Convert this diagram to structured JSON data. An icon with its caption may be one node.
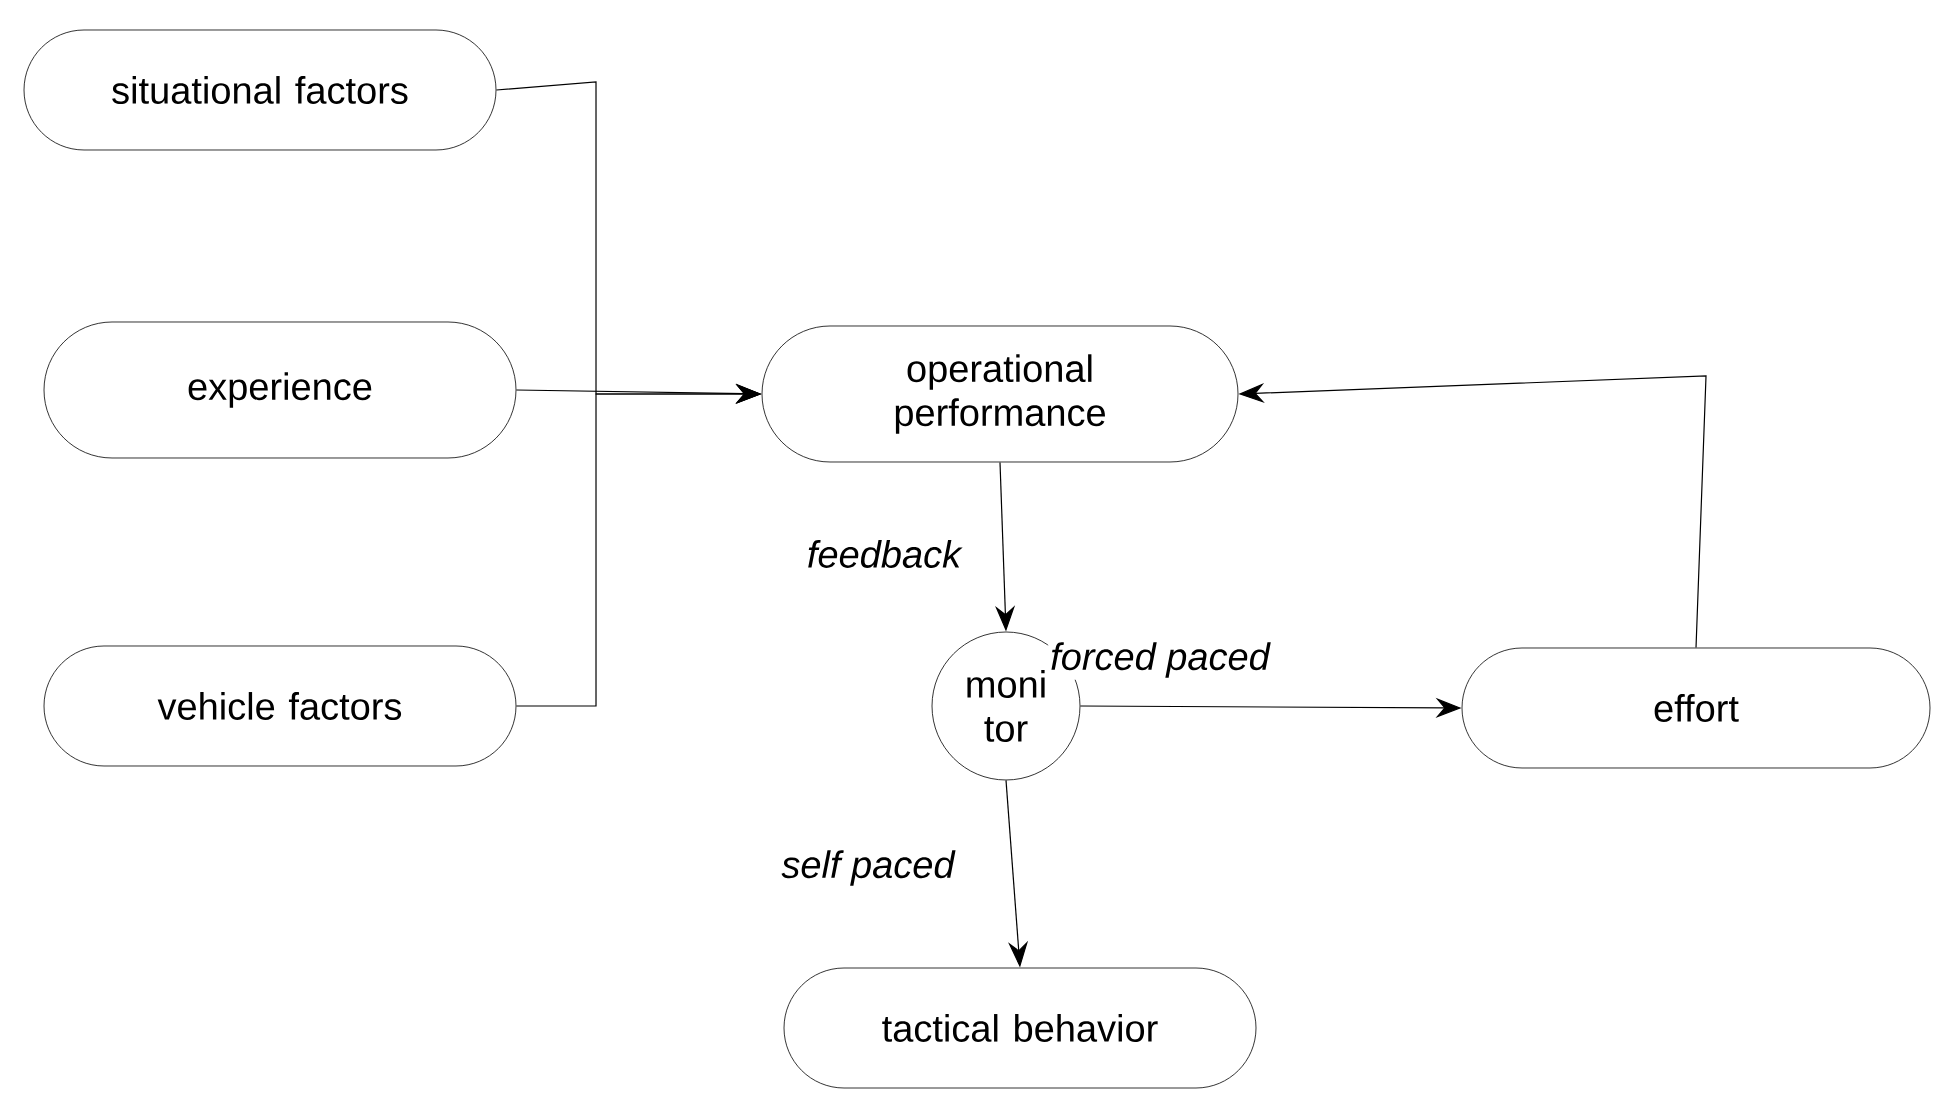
{
  "diagram": {
    "nodes": [
      {
        "text": [
          "situational factors"
        ]
      },
      {
        "text": [
          "experience"
        ]
      },
      {
        "text": [
          "vehicle factors"
        ]
      },
      {
        "text": [
          "operational performance"
        ]
      },
      {
        "text": [
          "moni tor"
        ]
      },
      {
        "text": [
          "effort"
        ]
      },
      {
        "text": [
          "tactical behavior"
        ]
      }
    ],
    "edges": [
      {
        "from": 0,
        "to": 3,
        "arrow": "to"
      },
      {
        "from": 1,
        "to": 3,
        "arrow": "to"
      },
      {
        "from": 2,
        "to": 3,
        "arrow": "to"
      },
      {
        "from": 3,
        "to": 4,
        "arrow": "to",
        "label": "feedback"
      },
      {
        "from": 4,
        "to": 5,
        "arrow": "to",
        "label": "forced paced"
      },
      {
        "from": 4,
        "to": 6,
        "arrow": "to",
        "label": "self paced"
      },
      {
        "from": 5,
        "to": 3,
        "arrow": "to"
      }
    ]
  }
}
